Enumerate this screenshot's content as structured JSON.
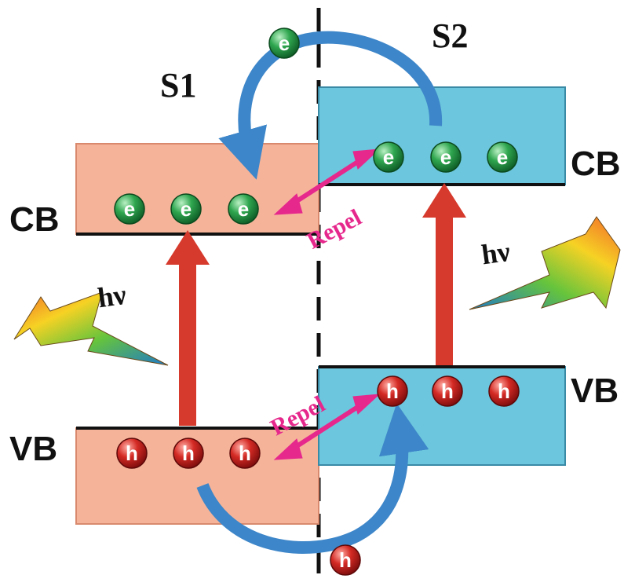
{
  "semiconductor_1": {
    "label": "S1",
    "cb_label": "CB",
    "vb_label": "VB",
    "fill": "#f5b49a",
    "electrons": [
      "e",
      "e",
      "e"
    ],
    "holes": [
      "h",
      "h",
      "h"
    ]
  },
  "semiconductor_2": {
    "label": "S2",
    "cb_label": "CB",
    "vb_label": "VB",
    "fill": "#6cc6dd",
    "electrons": [
      "e",
      "e",
      "e"
    ],
    "holes": [
      "h",
      "h",
      "h"
    ]
  },
  "transfer": {
    "electron": "e",
    "hole": "h"
  },
  "light": {
    "left_label": "hν",
    "right_label": "hν"
  },
  "repel": {
    "top_label": "Repel",
    "bottom_label": "Repel",
    "color": "#e6288c"
  },
  "colors": {
    "electron": "#1f8a3e",
    "hole": "#b81c1c",
    "excitation_arrow": "#d63a2c",
    "transfer_arrow": "#3d86c9"
  }
}
